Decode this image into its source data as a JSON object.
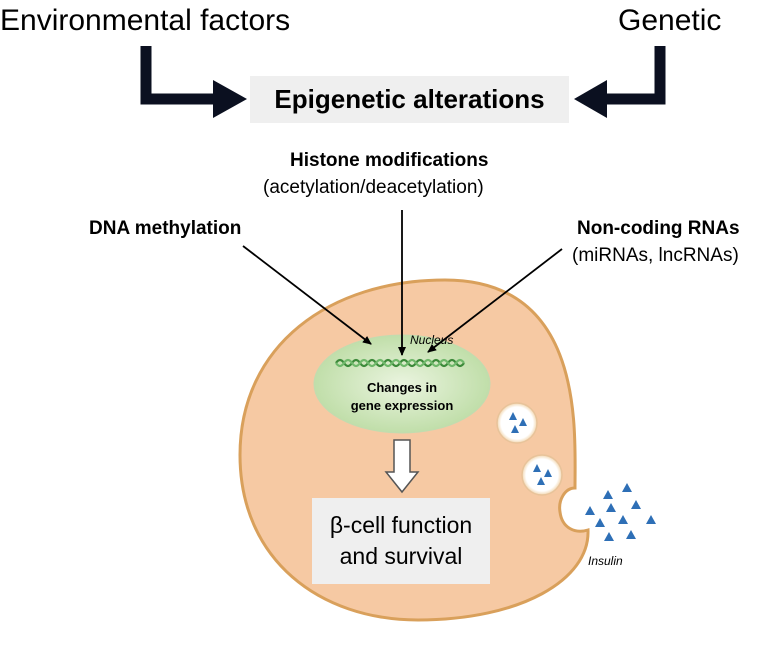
{
  "inputs": {
    "environmental": "Environmental factors",
    "genetic": "Genetic"
  },
  "center_title": "Epigenetic alterations",
  "mechanisms": {
    "histone": {
      "title": "Histone modifications",
      "detail": "(acetylation/deacetylation)"
    },
    "dna": {
      "title": "DNA methylation"
    },
    "ncrna": {
      "title": "Non-coding RNAs",
      "detail": "(miRNAs, lncRNAs)"
    }
  },
  "cell": {
    "nucleus_label": "Nucleus",
    "nucleus_text_line1": "Changes in",
    "nucleus_text_line2": "gene expression",
    "outcome_line1": "β-cell function",
    "outcome_line2": "and survival",
    "insulin_label": "Insulin"
  },
  "colors": {
    "cell_fill": "#f6c9a3",
    "cell_stroke": "#d9a05b",
    "nucleus_fill": "#c8e2b4",
    "granule": "#2e6fb6",
    "box_fill": "#efefef",
    "arrow_dark": "#0b1020"
  }
}
